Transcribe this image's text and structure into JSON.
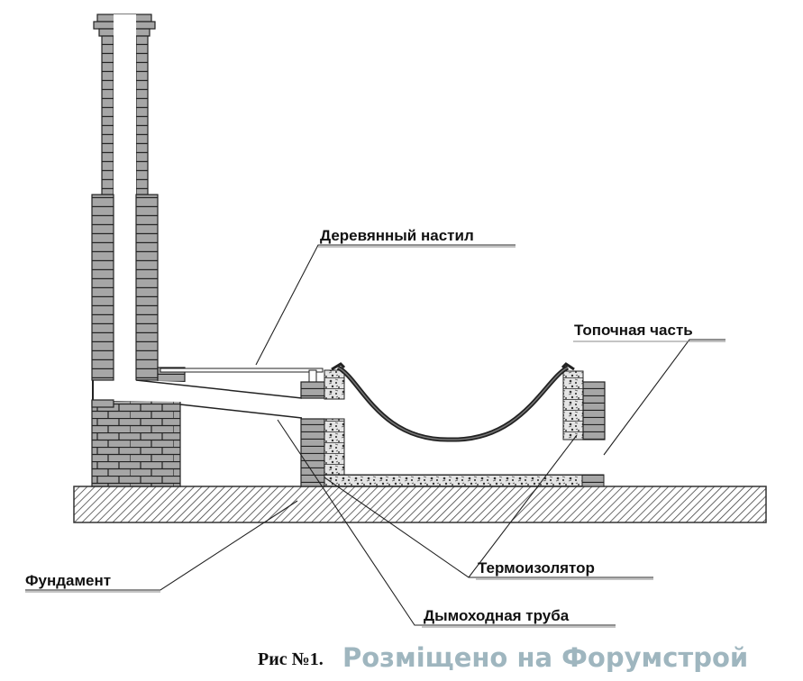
{
  "figure": {
    "caption": "Рис №1.",
    "watermark": "Розміщено на Форумстрой"
  },
  "labels": {
    "wooden_deck": "Деревянный настил",
    "firebox": "Топочная часть",
    "foundation": "Фундамент",
    "thermal_insulator": "Термоизолятор",
    "chimney_pipe": "Дымоходная труба"
  },
  "colors": {
    "brick": "#a6a6a6",
    "outline": "#222222",
    "insulation": "#d8d8d8",
    "hatch": "#555555",
    "watermark": "#9fb6bf"
  }
}
